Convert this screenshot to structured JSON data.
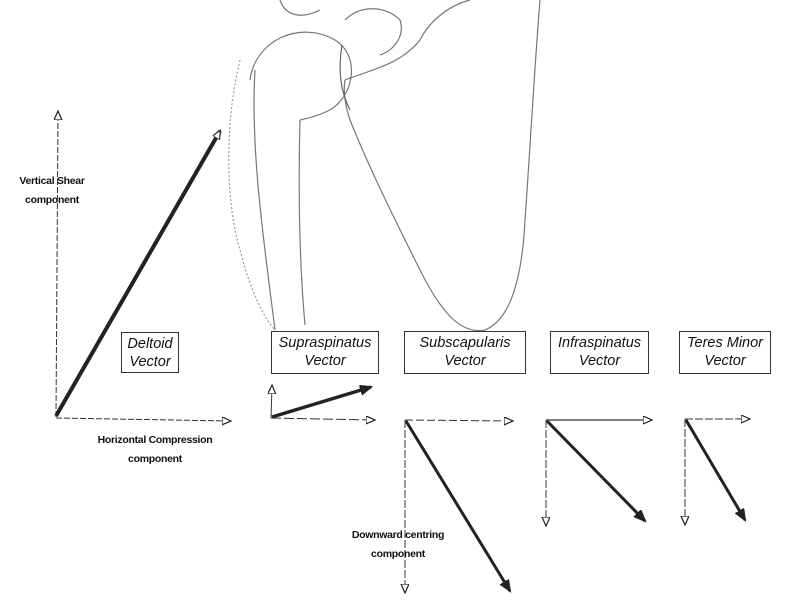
{
  "labels": {
    "vertical_shear": [
      "Vertical Shear",
      "component"
    ],
    "horizontal_compression": [
      "Horizontal Compression",
      "component"
    ],
    "downward_centring": [
      "Downward centring",
      "component"
    ]
  },
  "vectors": [
    {
      "name": "deltoid",
      "label": [
        "Deltoid",
        "Vector"
      ]
    },
    {
      "name": "supraspinatus",
      "label": [
        "Supraspinatus",
        "Vector"
      ]
    },
    {
      "name": "subscapularis",
      "label": [
        "Subscapularis",
        "Vector"
      ]
    },
    {
      "name": "infraspinatus",
      "label": [
        "Infraspinatus",
        "Vector"
      ]
    },
    {
      "name": "teres-minor",
      "label": [
        "Teres Minor",
        "Vector"
      ]
    }
  ],
  "colors": {
    "ink": "#111111",
    "sketch": "#8a8a8a"
  }
}
